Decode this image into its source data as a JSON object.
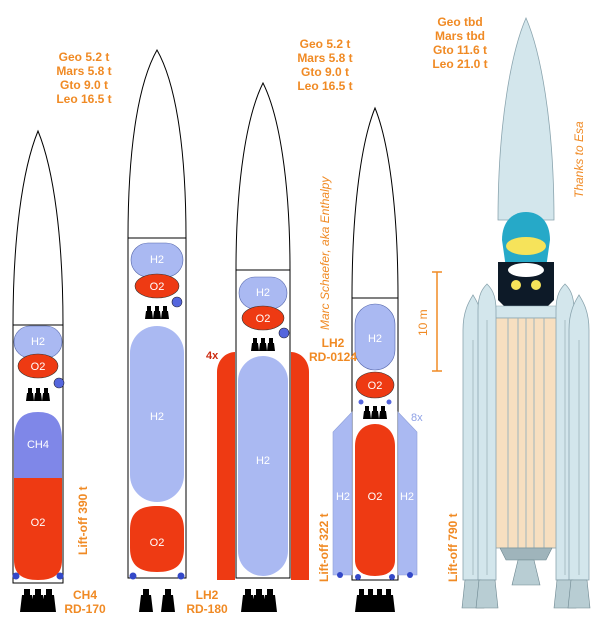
{
  "colors": {
    "accent": "#f08a24",
    "lh2": "#aab9f2",
    "lox": "#ee3a13",
    "ch4": "#7f87e8",
    "booster": "#ee3a13",
    "ariane_body": "#d3e6ec",
    "ariane_core": "#f7dfc0"
  },
  "rockets": [
    {
      "performance": [
        "Geo 5.2 t",
        "Mars 5.8 t",
        "Gto 9.0 t",
        "Leo 16.5 t"
      ],
      "upper_stage": {
        "fuel": "H2",
        "oxidizer": "O2"
      },
      "first_stage": {
        "fuel": "CH4",
        "oxidizer": "O2"
      },
      "liftoff": "Lift-off 390 t",
      "engine": {
        "propellant": "CH4",
        "model": "RD-170"
      }
    },
    {
      "upper_stage": {
        "fuel": "H2",
        "oxidizer": "O2"
      },
      "first_stage": {
        "fuel": "H2",
        "oxidizer": "O2"
      },
      "engine": {
        "propellant": "LH2",
        "model": "RD-180"
      }
    },
    {
      "performance": [
        "Geo 5.2 t",
        "Mars 5.8 t",
        "Gto 9.0 t",
        "Leo 16.5 t"
      ],
      "upper_stage": {
        "fuel": "H2",
        "oxidizer": "O2"
      },
      "first_stage": {
        "fuel": "H2"
      },
      "booster_count": "4x",
      "engine": {
        "propellant": "LH2",
        "model": "RD-0124"
      }
    },
    {
      "upper_stage": {
        "fuel": "H2",
        "oxidizer": "O2"
      },
      "first_stage": {
        "fuel": "H2",
        "oxidizer": "O2",
        "side_fuel": "H2"
      },
      "booster_count": "8x",
      "liftoff": "Lift-off 322 t"
    },
    {
      "performance": [
        "Geo tbd",
        "Mars tbd",
        "Gto 11.6 t",
        "Leo 21.0 t"
      ],
      "liftoff": "Lift-off 790 t"
    }
  ],
  "credits": {
    "author": "Marc Schaefer, aka Enthalpy",
    "thanks": "Thanks to Esa"
  },
  "scale": {
    "label": "10 m"
  }
}
